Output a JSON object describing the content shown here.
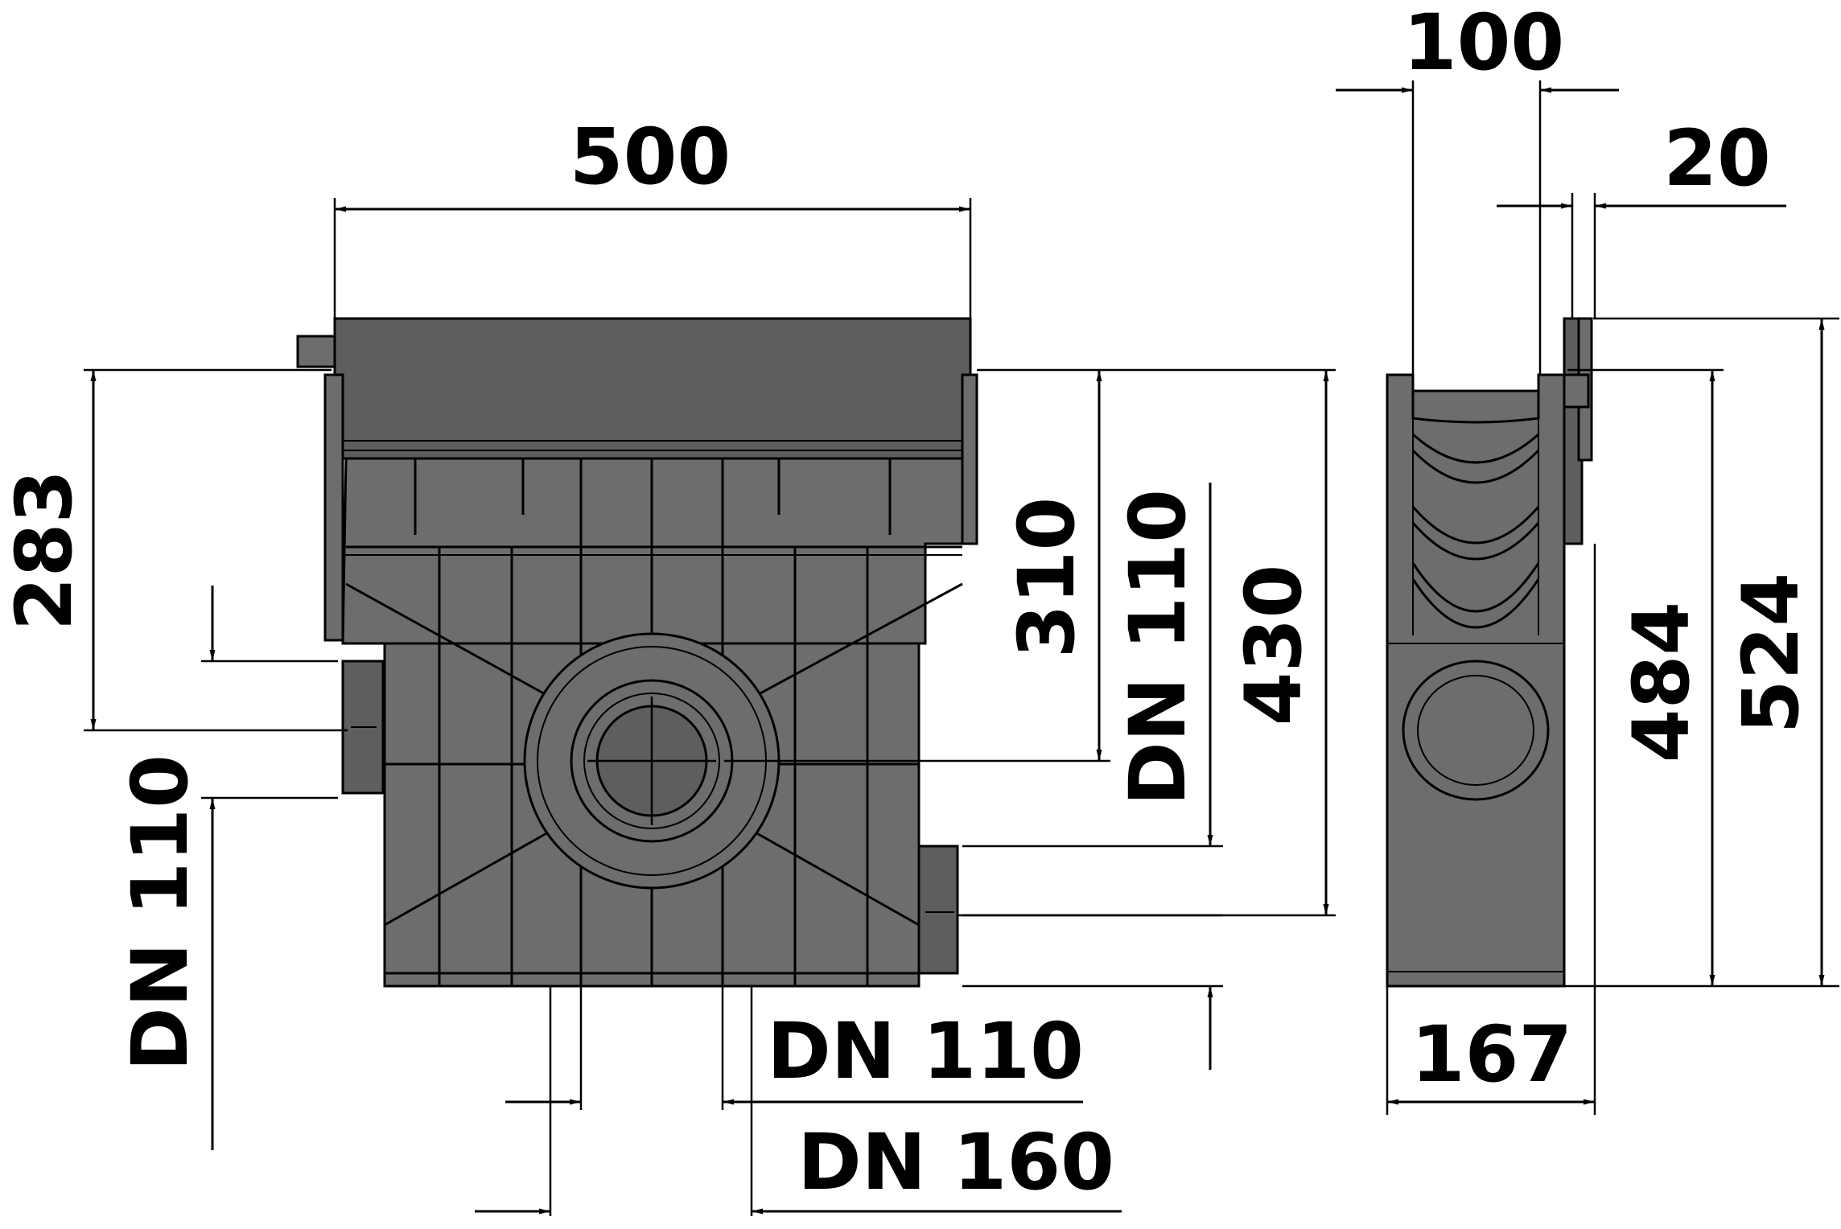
{
  "dimensions": {
    "width_front": "500",
    "height_283": "283",
    "height_310": "310",
    "dn110_right": "DN 110",
    "height_430": "430",
    "dn110_left": "DN 110",
    "dn110_bottom": "DN 110",
    "dn160_bottom": "DN 160",
    "width_side": "100",
    "grate_20": "20",
    "height_484": "484",
    "height_524": "524",
    "width_167": "167"
  },
  "colors": {
    "body": "#6d6d6d",
    "line": "#000000",
    "background": "#ffffff"
  }
}
